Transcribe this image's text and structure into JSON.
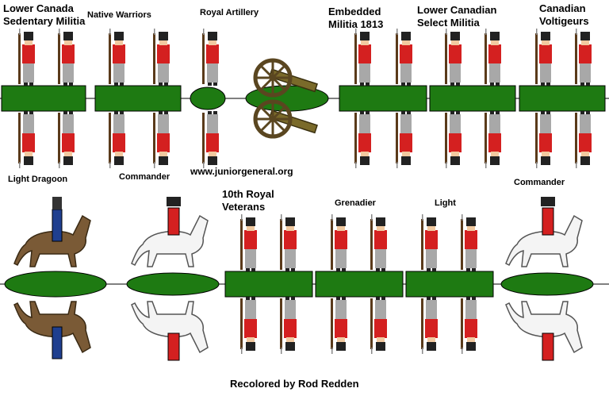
{
  "labels": {
    "lower_canada_1": "Lower Canada",
    "lower_canada_2": "Sedentary Militia",
    "native": "Native Warriors",
    "artillery": "Royal Artillery",
    "embedded_1": "Embedded",
    "embedded_2": "Militia 1813",
    "select_1": "Lower Canadian",
    "select_2": "Select Militia",
    "voltigeurs_1": "Canadian",
    "voltigeurs_2": "Voltigeurs",
    "light_dragoon": "Light Dragoon",
    "commander_left": "Commander",
    "website": "www.juniorgeneral.org",
    "veterans_1": "10th Royal",
    "veterans_2": "Veterans",
    "grenadier": "Grenadier",
    "light": "Light",
    "commander_right": "Commander",
    "credit": "Recolored by Rod Redden"
  },
  "colors": {
    "base_green": "#1e7a12",
    "redcoat": "#d42020",
    "grey_trouser": "#a8a8a8",
    "militia_green": "#2e8b2e",
    "artillery_blue": "#1f3fbf",
    "horse_brown": "#7a5a36",
    "horse_white": "#f4f4f4"
  }
}
